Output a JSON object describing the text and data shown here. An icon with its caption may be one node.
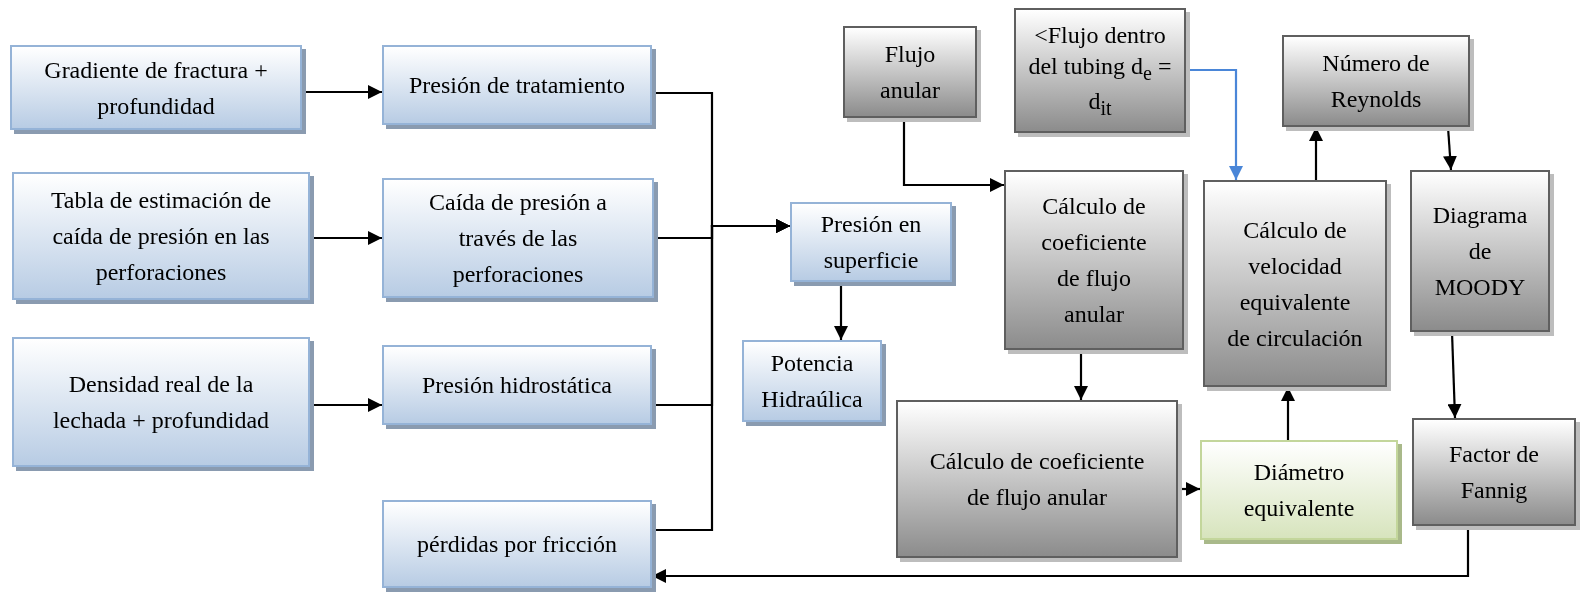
{
  "diagram": {
    "nodes": [
      {
        "text": [
          "Gradiente de fractura + profundidad"
        ]
      },
      {
        "text": [
          "Presión de tratamiento"
        ]
      },
      {
        "text": [
          "Tabla de estimación de caída de presión en las perforaciones"
        ]
      },
      {
        "text": [
          "Caída de presión a través de las perforaciones"
        ]
      },
      {
        "text": [
          "Densidad real de la lechada + profundidad"
        ]
      },
      {
        "text": [
          "Presión hidrostática"
        ]
      },
      {
        "text": [
          "pérdidas por fricción"
        ]
      },
      {
        "text": [
          "Presión en superficie"
        ]
      },
      {
        "text": [
          "Potencia Hidraúlica"
        ]
      },
      {
        "text": [
          "Flujo anular"
        ]
      },
      {
        "text": [
          "<Flujo dentro del tubing d$_{e}$ =   d$_{it}$"
        ]
      },
      {
        "text": [
          "Número de Reynolds"
        ]
      },
      {
        "text": [
          "Cálculo de coeficiente de flujo anular"
        ]
      },
      {
        "text": [
          "Cálculo de velocidad equivalente de circulación"
        ]
      },
      {
        "text": [
          "Diagrama de MOODY"
        ]
      },
      {
        "text": [
          "Cálculo de coeficiente de flujo anular"
        ]
      },
      {
        "text": [
          "Diámetro equivalente"
        ]
      },
      {
        "text": [
          "Factor de Fannig"
        ]
      }
    ],
    "edges": [
      {
        "from": 0,
        "to": 1,
        "arrow": "to"
      },
      {
        "from": 2,
        "to": 3,
        "arrow": "to"
      },
      {
        "from": 4,
        "to": 5,
        "arrow": "to"
      },
      {
        "from": 1,
        "to": 7,
        "arrow": "to"
      },
      {
        "from": 3,
        "to": 7,
        "arrow": "to"
      },
      {
        "from": 5,
        "to": 7,
        "arrow": "to"
      },
      {
        "from": 6,
        "to": 7,
        "arrow": "to"
      },
      {
        "from": 7,
        "to": 8,
        "arrow": "to"
      },
      {
        "from": 9,
        "to": 12,
        "arrow": "to"
      },
      {
        "from": 10,
        "to": 13,
        "arrow": "to",
        "color": "#4a86d8"
      },
      {
        "from": 13,
        "to": 11,
        "arrow": "to"
      },
      {
        "from": 11,
        "to": 14,
        "arrow": "to"
      },
      {
        "from": 12,
        "to": 15,
        "arrow": "to"
      },
      {
        "from": 15,
        "to": 16,
        "arrow": "to"
      },
      {
        "from": 16,
        "to": 13,
        "arrow": "to"
      },
      {
        "from": 14,
        "to": 17,
        "arrow": "to"
      },
      {
        "from": 17,
        "to": 6,
        "arrow": "to"
      }
    ]
  }
}
